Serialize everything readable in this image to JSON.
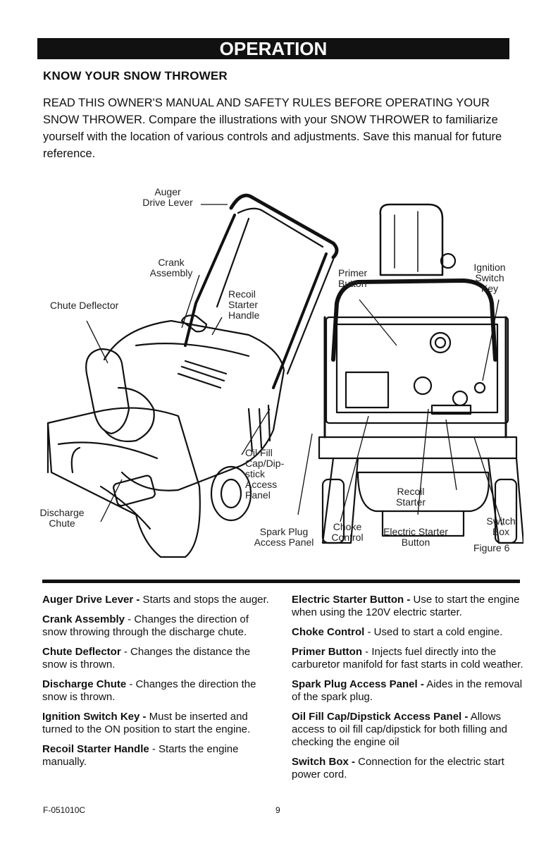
{
  "banner": "OPERATION",
  "heading": "KNOW YOUR SNOW THROWER",
  "intro": "READ THIS OWNER'S MANUAL AND SAFETY RULES BEFORE OPERATING YOUR  SNOW THROWER. Compare the illustrations with your SNOW THROWER to familiarize yourself with the location of various controls and adjustments. Save this manual for future reference.",
  "figure": {
    "labels": {
      "auger_drive_lever": "Auger\nDrive Lever",
      "crank_assembly": "Crank\nAssembly",
      "chute_deflector": "Chute Deflector",
      "recoil_starter_handle": "Recoil\nStarter\nHandle",
      "primer_button": "Primer\nButton",
      "ignition_switch_key": "Ignition\nSwitch\nKey",
      "oil_fill": "Oil Fill\nCap/Dip-\nstick\nAccess\nPanel",
      "discharge_chute": "Discharge\nChute",
      "spark_plug": "Spark Plug\nAccess Panel",
      "choke_control": "Choke\nControl",
      "recoil_starter": "Recoil\nStarter",
      "electric_starter": "Electric Starter\nButton",
      "switch_box": "Switch\nBox",
      "figure_caption": "Figure 6"
    }
  },
  "definitions": {
    "left": [
      {
        "term": "Auger Drive Lever -",
        "text": " Starts and stops the auger."
      },
      {
        "term": "Crank Assembly",
        "text": " - Changes the direction of snow throwing through the discharge chute."
      },
      {
        "term": "Chute Deflector",
        "text": " - Changes the distance the snow is thrown."
      },
      {
        "term": "Discharge Chute",
        "text": " - Changes the direction the snow is thrown."
      },
      {
        "term": "Ignition Switch Key -",
        "text": " Must be inserted and turned to the ON position to start the engine."
      },
      {
        "term": "Recoil Starter Handle",
        "text": " - Starts the engine manually."
      }
    ],
    "right": [
      {
        "term": "Electric Starter Button -",
        "text": " Use to start the engine when using the 120V electric starter."
      },
      {
        "term": "Choke Control",
        "text": " - Used to start a cold engine."
      },
      {
        "term": "Primer Button",
        "text": " - Injects fuel directly into the carburetor manifold for fast starts in cold weather."
      },
      {
        "term": "Spark Plug Access Panel -",
        "text": " Aides in the removal of the spark plug."
      },
      {
        "term": "Oil Fill Cap/Dipstick Access Panel -",
        "text": " Allows access to oil fill cap/dipstick for both filling and checking the engine oil"
      },
      {
        "term": "Switch Box -",
        "text": " Connection for the electric start power cord."
      }
    ]
  },
  "footer": {
    "code": "F-051010C",
    "page": "9"
  },
  "colors": {
    "ink": "#111111",
    "paper": "#ffffff"
  }
}
